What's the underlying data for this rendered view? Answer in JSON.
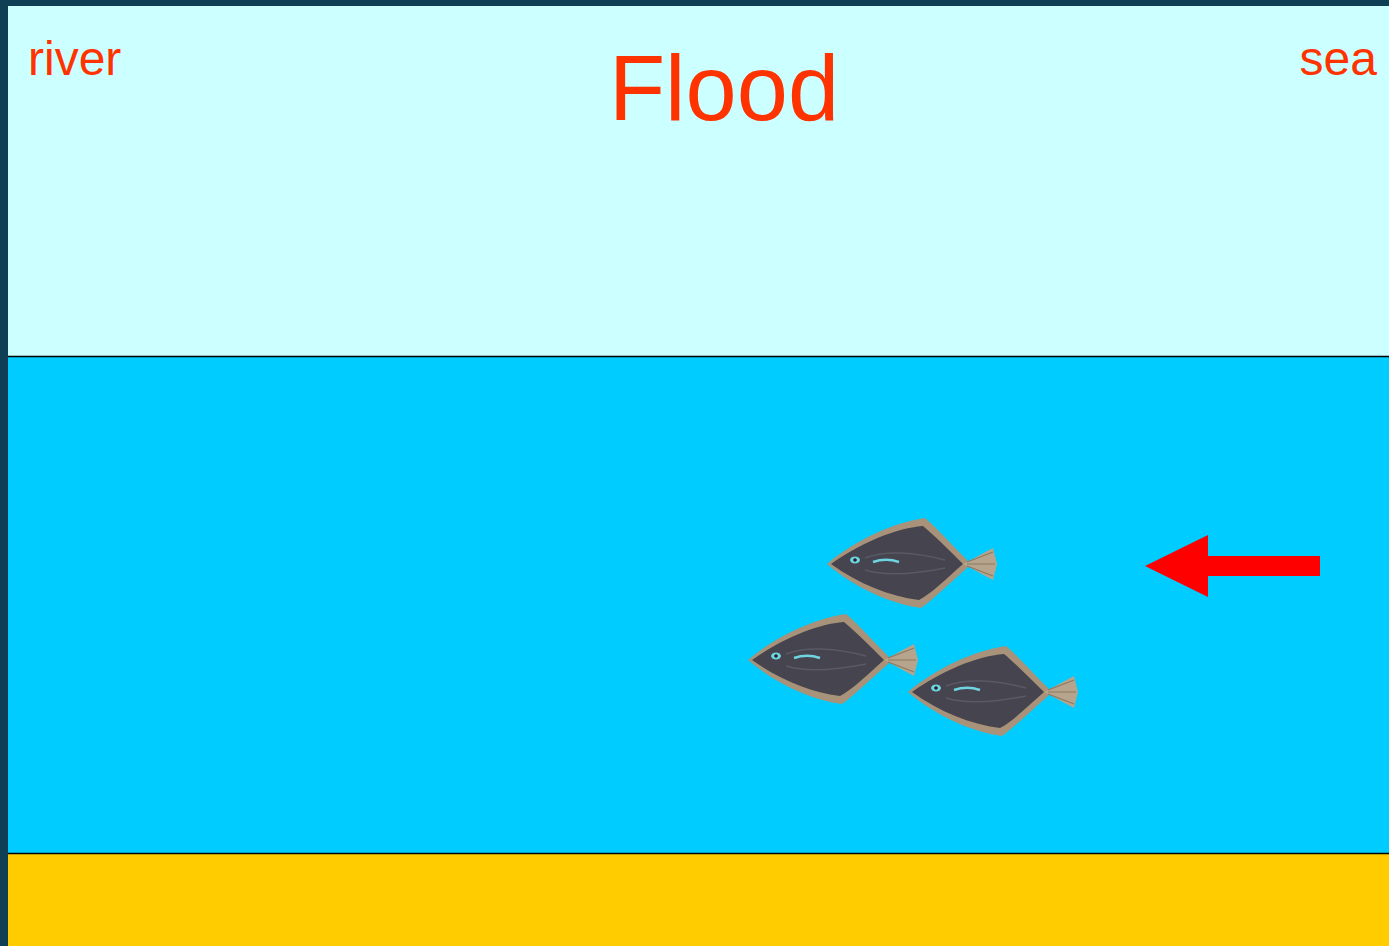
{
  "diagram": {
    "title": "Flood",
    "labels": [
      "river",
      "sea"
    ]
  }
}
